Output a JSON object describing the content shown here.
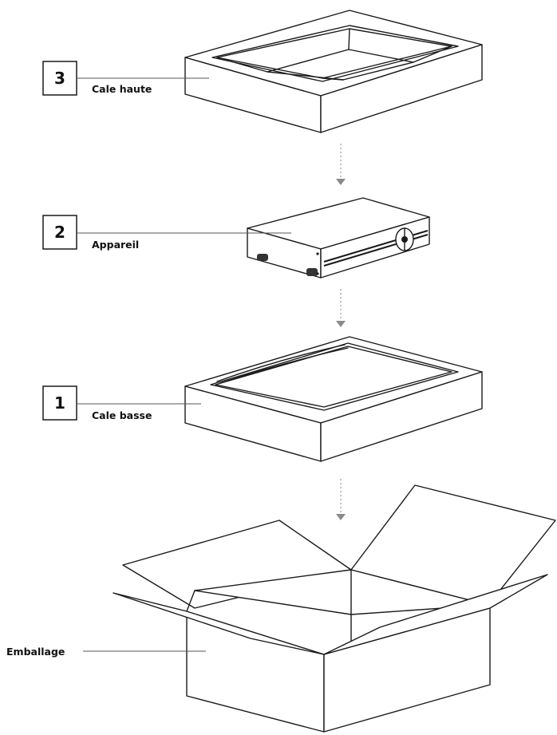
{
  "parts": [
    {
      "number": "3",
      "label": "Cale haute"
    },
    {
      "number": "2",
      "label": "Appareil"
    },
    {
      "number": "1",
      "label": "Cale basse"
    }
  ],
  "box_label": "Emballage"
}
